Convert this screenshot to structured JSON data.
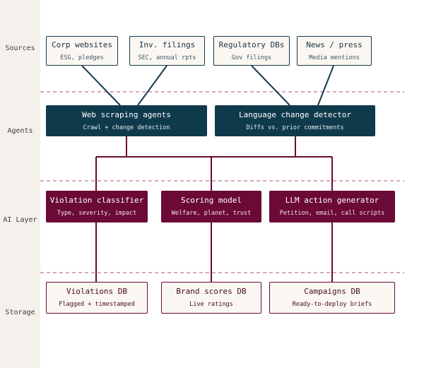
{
  "layers": {
    "sources": "Sources",
    "agents": "Agents",
    "ai": "AI Layer",
    "storage": "Storage"
  },
  "sources": [
    {
      "title": "Corp websites",
      "sub": "ESG, pledges"
    },
    {
      "title": "Inv. filings",
      "sub": "SEC, annual rpts"
    },
    {
      "title": "Regulatory DBs",
      "sub": "Gov filings"
    },
    {
      "title": "News / press",
      "sub": "Media mentions"
    }
  ],
  "agents": [
    {
      "title": "Web scraping agents",
      "sub": "Crawl + change detection"
    },
    {
      "title": "Language change detector",
      "sub": "Diffs vs. prior commitments"
    }
  ],
  "ai": [
    {
      "title": "Violation classifier",
      "sub": "Type, severity, impact"
    },
    {
      "title": "Scoring model",
      "sub": "Welfare, planet, trust"
    },
    {
      "title": "LLM action generator",
      "sub": "Petition, email, call scripts"
    }
  ],
  "storage": [
    {
      "title": "Violations DB",
      "sub": "Flagged + timestamped"
    },
    {
      "title": "Brand scores DB",
      "sub": "Live ratings"
    },
    {
      "title": "Campaigns DB",
      "sub": "Ready-to-deploy briefs"
    }
  ],
  "colors": {
    "sidebar": "#f4f1ec",
    "navy": "#0f3a4c",
    "maroon": "#6b0a36",
    "box_fill": "#faf7f2",
    "divider": "#a0557a"
  }
}
